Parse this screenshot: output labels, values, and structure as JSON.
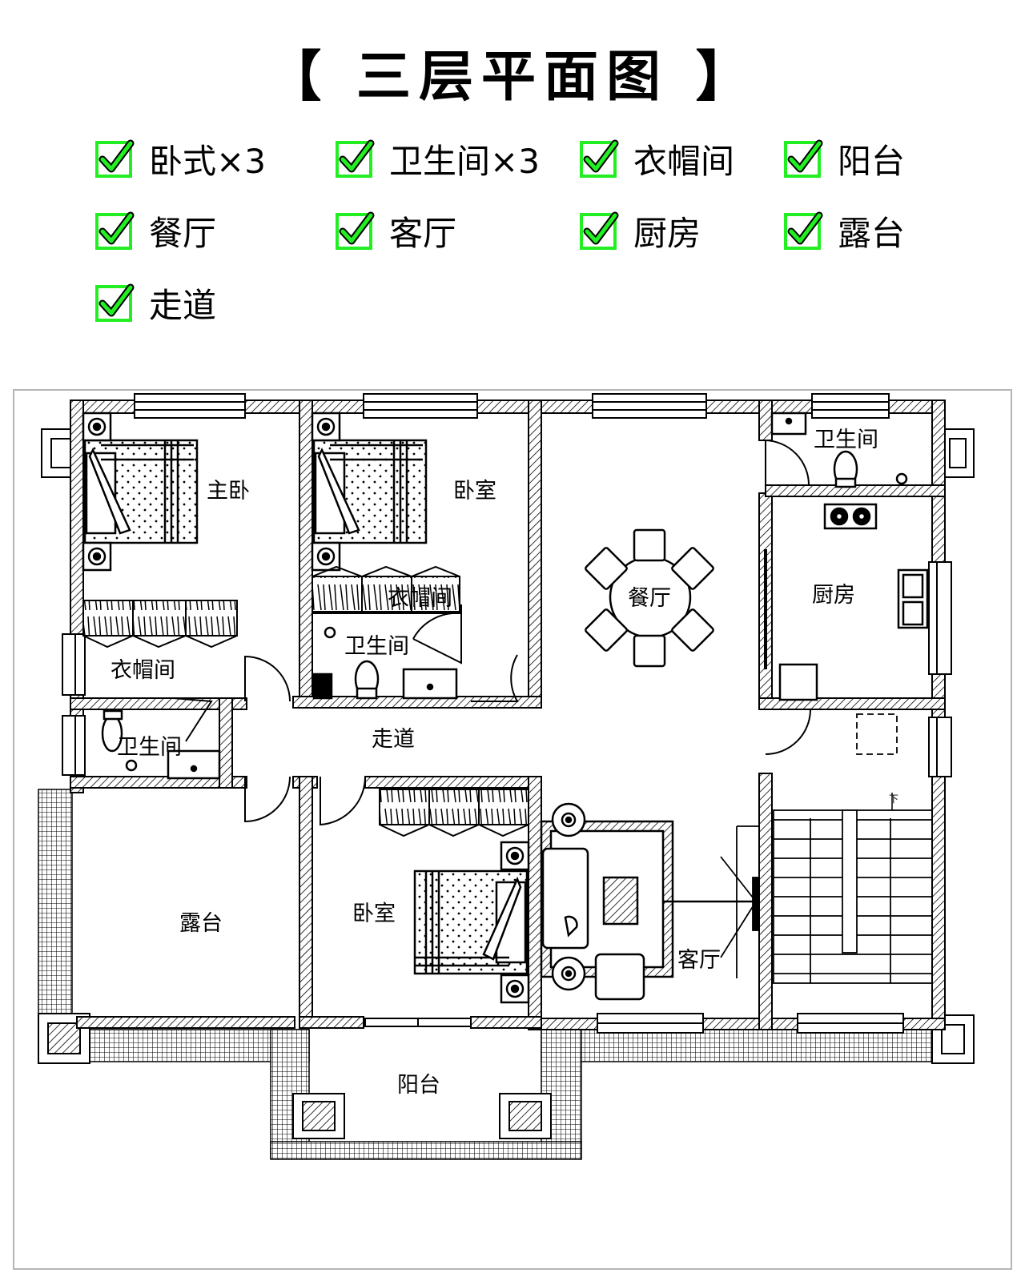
{
  "title": "【 三层平面图 】",
  "features": [
    {
      "label": "卧式×3"
    },
    {
      "label": "卫生间×3"
    },
    {
      "label": "衣帽间"
    },
    {
      "label": "阳台"
    },
    {
      "label": "餐厅"
    },
    {
      "label": "客厅"
    },
    {
      "label": "厨房"
    },
    {
      "label": "露台"
    },
    {
      "label": "走道"
    }
  ],
  "check_color": "#22ee22",
  "room_labels": {
    "master_bedroom": "主卧",
    "bedroom_top": "卧室",
    "cloakroom_left": "衣帽间",
    "cloakroom_mid": "衣帽间",
    "bathroom_mid": "卫生间",
    "bathroom_top_right": "卫生间",
    "bathroom_left": "卫生间",
    "dining": "餐厅",
    "kitchen": "厨房",
    "corridor": "走道",
    "terrace": "露台",
    "bedroom_bottom": "卧室",
    "living": "客厅",
    "balcony": "阳台"
  },
  "stair_mark": "下"
}
